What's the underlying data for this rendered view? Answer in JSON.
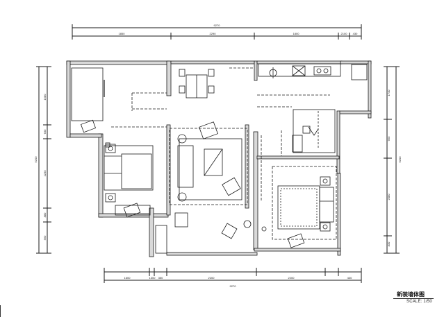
{
  "drawing": {
    "title": "新装墙体图",
    "scale": "SCALE: 1/50"
  },
  "dimensions": {
    "top_total": "9270",
    "top_segments": [
      "1850",
      "2290",
      "1800",
      "2100",
      "430"
    ],
    "bottom_total": "9270",
    "bottom_segments": [
      "1600",
      "1300",
      "350",
      "2200",
      "2200",
      "430"
    ],
    "left_total": "5200",
    "left_segments": [
      "1580",
      "630",
      "1230",
      "880",
      "560"
    ],
    "right_total": "6200",
    "right_segments": [
      "1740",
      "950",
      "2080",
      "830"
    ]
  },
  "colors": {
    "line": "#1a1a1a",
    "wall_fill": "#d9d9d9",
    "dim_line": "#222222"
  }
}
